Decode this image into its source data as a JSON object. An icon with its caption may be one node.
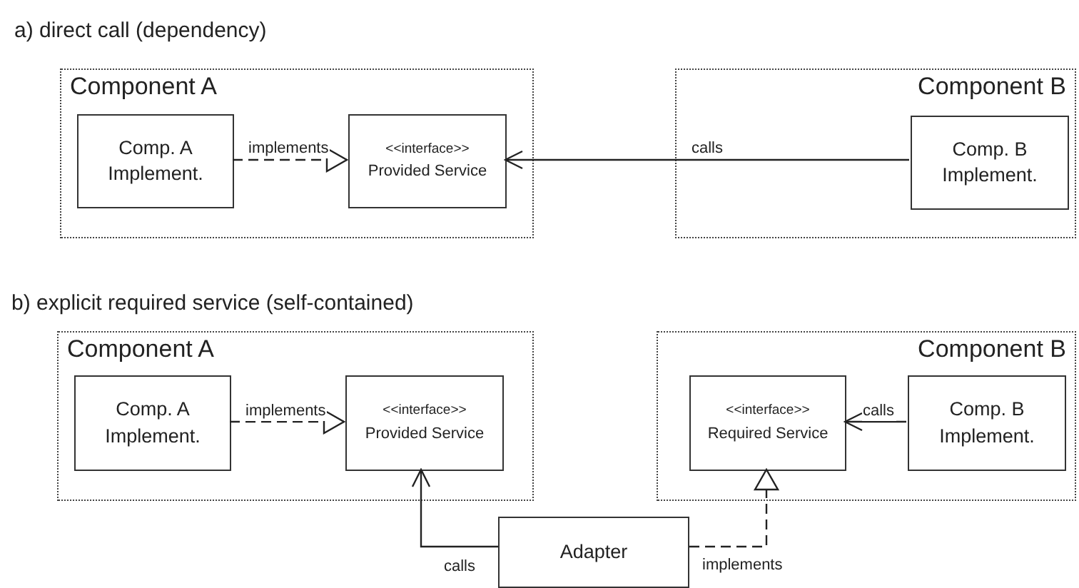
{
  "diagram": {
    "nodes": [
      {
        "text": [
          "Component A"
        ]
      },
      {
        "text": [
          "Comp. A Implement."
        ],
        "in": 0
      },
      {
        "text": [
          "<<interface>>",
          "Provided Service"
        ],
        "in": 0
      },
      {
        "text": [
          "Component B"
        ]
      },
      {
        "text": [
          "Comp. B Implement."
        ],
        "in": 3
      },
      {
        "text": [
          "Component A"
        ]
      },
      {
        "text": [
          "Comp. A Implement."
        ],
        "in": 5
      },
      {
        "text": [
          "<<interface>>",
          "Provided Service"
        ],
        "in": 5
      },
      {
        "text": [
          "Component B"
        ]
      },
      {
        "text": [
          "<<interface>>",
          "Required Service"
        ],
        "in": 8
      },
      {
        "text": [
          "Comp. B Implement."
        ],
        "in": 8
      },
      {
        "text": [
          "Adapter"
        ]
      }
    ],
    "edges": [
      {
        "from": 1,
        "to": 2,
        "arrow": "to",
        "label": "implements",
        "style": "dashed"
      },
      {
        "from": 4,
        "to": 2,
        "arrow": "to",
        "label": "calls"
      },
      {
        "from": 6,
        "to": 7,
        "arrow": "to",
        "label": "implements",
        "style": "dashed"
      },
      {
        "from": 10,
        "to": 9,
        "arrow": "to",
        "label": "calls"
      },
      {
        "from": 11,
        "to": 7,
        "arrow": "to",
        "label": "calls"
      },
      {
        "from": 11,
        "to": 9,
        "arrow": "to",
        "label": "implements",
        "style": "dashed"
      }
    ],
    "labels": [
      "a) direct call (dependency)",
      "b) explicit required service (self-contained)"
    ]
  }
}
